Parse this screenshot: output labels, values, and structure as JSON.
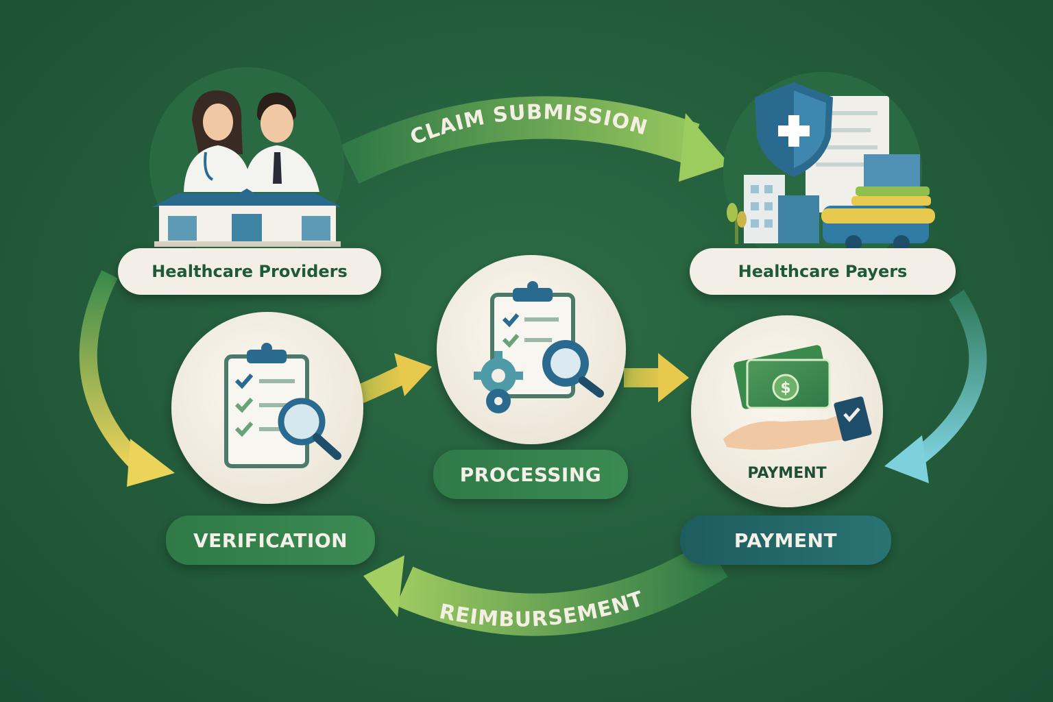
{
  "flow": {
    "claim_submission": "CLAIM SUBMISSION",
    "reimbursement": "REIMBURSEMENT"
  },
  "nodes": {
    "providers": {
      "label": "Healthcare Providers"
    },
    "payers": {
      "label": "Healthcare Payers"
    },
    "verification": {
      "label": "VERIFICATION"
    },
    "processing": {
      "label": "PROCESSING"
    },
    "payment": {
      "inner_label": "PAYMENT",
      "label": "PAYMENT"
    }
  },
  "colors": {
    "background": "#235c3b",
    "pill_light": "#f3efe6",
    "pill_green": "#2f7a47",
    "pill_teal": "#1d5c5f",
    "arrow_yellow": "#e6cf58",
    "arrow_green": "#7cb866",
    "arrow_teal": "#6ec7d3",
    "icon_blue": "#2b6a8f"
  }
}
